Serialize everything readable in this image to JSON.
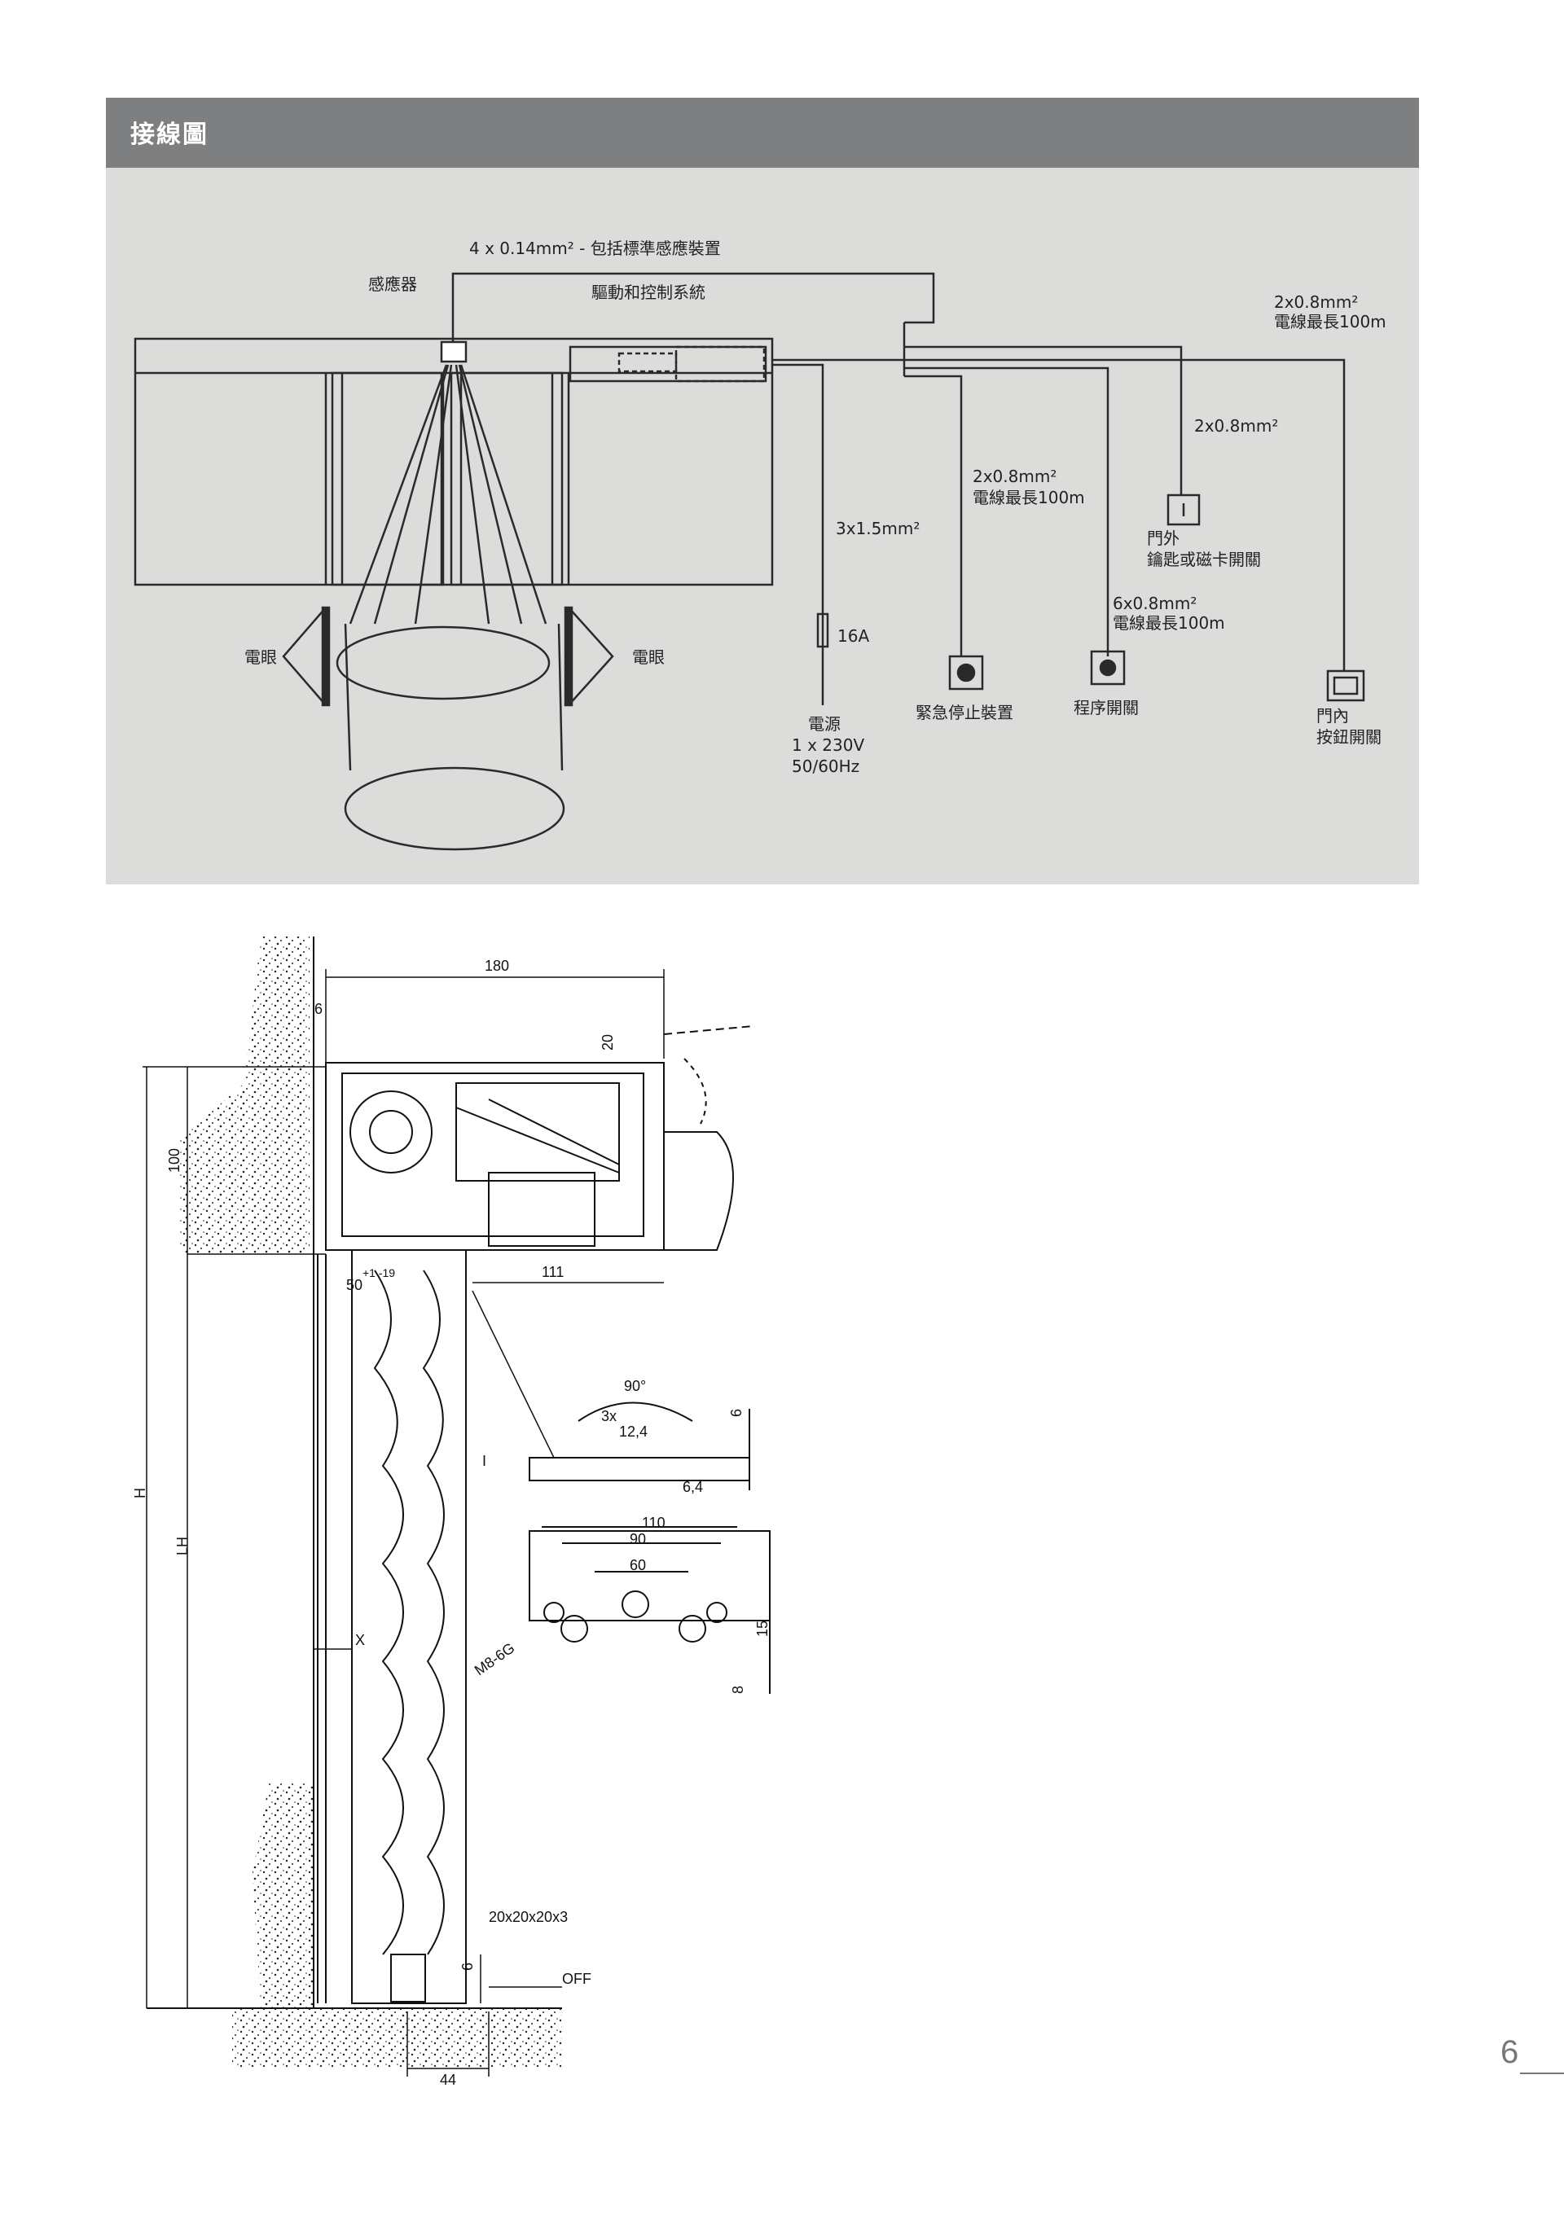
{
  "header": {
    "title": "接線圖"
  },
  "wiring": {
    "cable_sensor": "4 x 0.14mm² - 包括標準感應裝置",
    "sensor": "感應器",
    "drive_control": "驅動和控制系統",
    "cable_top_right": "2x0.8mm²",
    "cable_top_right_max": "電線最長100m",
    "cable_mid_right": "2x0.8mm²",
    "cable_emergency": "2x0.8mm²",
    "cable_emergency_max": "電線最長100m",
    "cable_power": "3x1.5mm²",
    "fuse": "16A",
    "power_label": "電源",
    "power_voltage": "1 x 230V",
    "power_freq": "50/60Hz",
    "outside_door": "門外",
    "key_card_switch": "鑰匙或磁卡開關",
    "cable_program": "6x0.8mm²",
    "cable_program_max": "電線最長100m",
    "emergency_stop": "緊急停止裝置",
    "program_switch": "程序開關",
    "inside_door": "門內",
    "push_button": "按鈕開關",
    "photo_eye_left": "電眼",
    "photo_eye_right": "電眼"
  },
  "drawing": {
    "dim_180": "180",
    "dim_6": "6",
    "dim_20": "20",
    "dim_100": "100",
    "dim_111": "111",
    "dim_50": "50",
    "dim_50_tol": "+1 -19",
    "label_H": "H",
    "label_LH": "LH",
    "label_I": "I",
    "label_X": "X",
    "angle_90": "90°",
    "count_3x": "3x",
    "dim_12_4": "12,4",
    "dim_6_4": "6,4",
    "dim_6b": "6",
    "dim_110": "110",
    "dim_90": "90",
    "dim_60": "60",
    "thread_m8": "M8-6G",
    "dim_15": "15",
    "dim_8": "8",
    "profile": "20x20x20x3",
    "dim_6c": "6",
    "off_label": "OFF",
    "dim_44": "44"
  },
  "page": {
    "number": "6"
  }
}
